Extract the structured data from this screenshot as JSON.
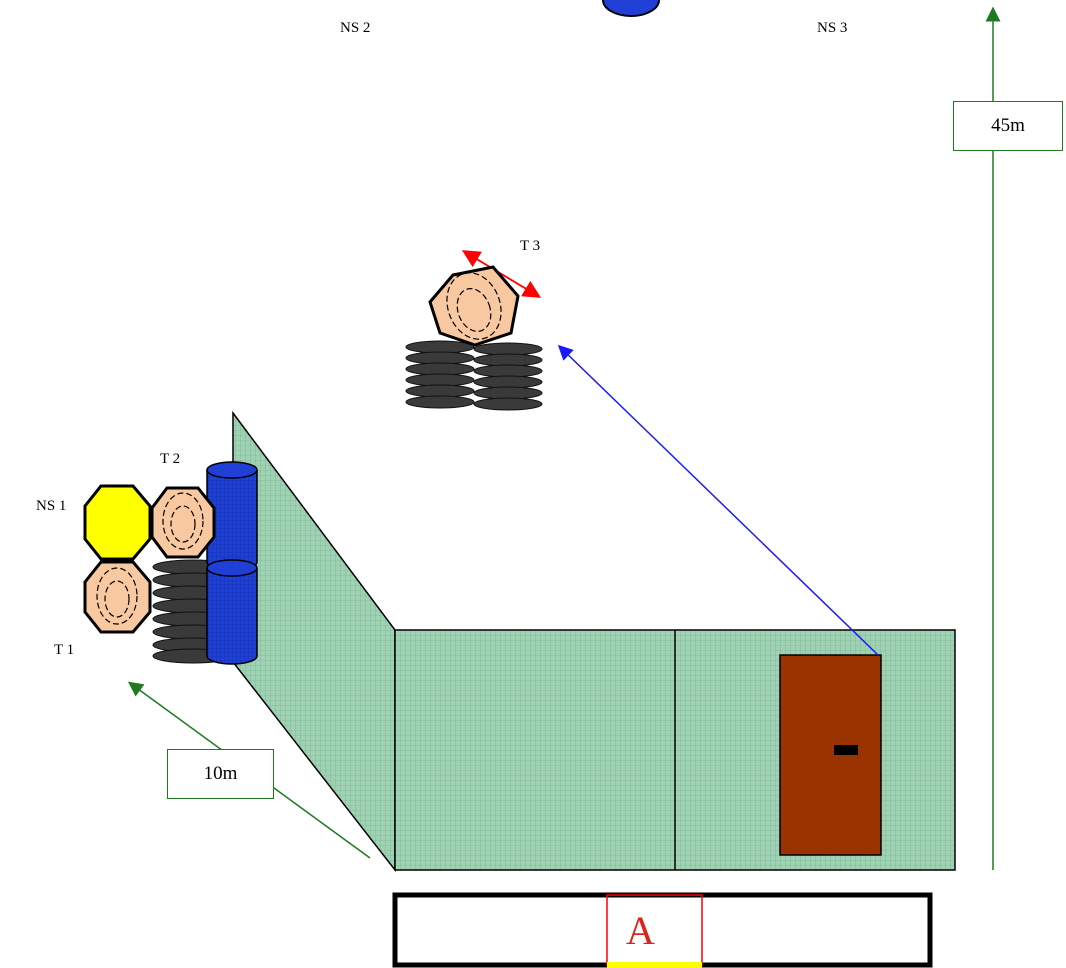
{
  "labels": {
    "ns1": "NS 1",
    "ns2": "NS 2",
    "ns3": "NS 3",
    "t1": "T 1",
    "t2": "T 2",
    "t3": "T 3"
  },
  "distances": {
    "long": "45m",
    "short": "10m"
  },
  "shooting_area": {
    "letter": "A"
  },
  "colors": {
    "wall_fill": "#9fd1b3",
    "wall_grid": "#6fae8b",
    "door": "#993300",
    "target_paper": "#f8c8a0",
    "no_shoot": "#ffff00",
    "barrel": "#1f3fd6",
    "tire": "#333333",
    "distance_arrow": "#1f7a1f",
    "path_arrow": "#1a1aff",
    "mover_arrow": "#ff0000",
    "area_border": "#ff0000",
    "start_mark": "#ffff00"
  },
  "icons": {
    "target": "octagon-target-icon",
    "no_shoot": "octagon-no-shoot-icon",
    "barrel": "barrel-icon",
    "tire_stack": "tire-stack-icon",
    "door": "door-icon"
  }
}
